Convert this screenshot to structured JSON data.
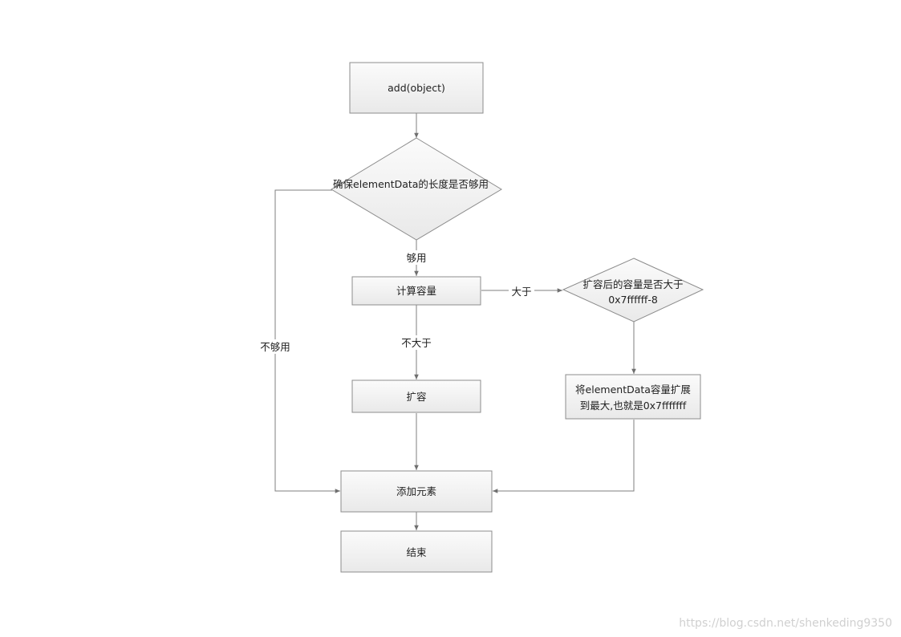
{
  "diagram": {
    "nodes": {
      "add": {
        "lines": [
          "add(object)"
        ]
      },
      "check_len": {
        "lines": [
          "确保elementData的长度是否够用"
        ]
      },
      "calc_cap": {
        "lines": [
          "计算容量"
        ]
      },
      "cap_check": {
        "lines": [
          "扩容后的容量是否大于",
          "0x7ffffff-8"
        ]
      },
      "expand": {
        "lines": [
          "扩容"
        ]
      },
      "max_expand": {
        "lines": [
          "将elementData容量扩展",
          "到最大,也就是0x7fffffff"
        ]
      },
      "add_elem": {
        "lines": [
          "添加元素"
        ]
      },
      "end": {
        "lines": [
          "结束"
        ]
      }
    },
    "edge_labels": {
      "enough": "够用",
      "not_enough": "不够用",
      "greater": "大于",
      "not_greater": "不大于"
    }
  },
  "watermark": "https://blog.csdn.net/shenkeding9350",
  "colors": {
    "box_top": "#fbfbfb",
    "box_bottom": "#e9e9e9",
    "border": "#8c8c8c",
    "edge": "#7f7f7f",
    "watermark": "#d0d0d0"
  }
}
